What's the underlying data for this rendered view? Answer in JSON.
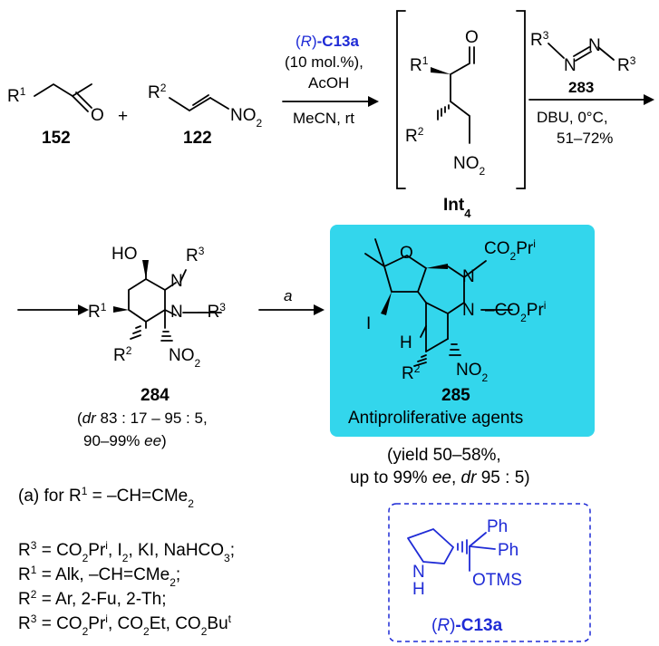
{
  "scheme": {
    "compounds": {
      "aldehyde": {
        "id": "152",
        "r": "R",
        "r_sup": "1",
        "o": "O"
      },
      "nitroalkene": {
        "id": "122",
        "r": "R",
        "r_sup": "2",
        "no2": "NO",
        "no2_sub": "2"
      },
      "intermediate": {
        "id": "Int",
        "id_sub": "4",
        "o": "O",
        "r1": "R",
        "r1_sup": "1",
        "r2": "R",
        "r2_sup": "2",
        "no2": "NO",
        "no2_sub": "2"
      },
      "azo": {
        "id": "283",
        "r3a": "R",
        "r3a_sup": "3",
        "n1": "N",
        "n2": "N",
        "r3b": "R",
        "r3b_sup": "3"
      },
      "tetrahydropyridazine": {
        "id": "284",
        "ho": "HO",
        "n_top": "N",
        "n_right": "N",
        "r3_top": "R",
        "r3_top_sup": "3",
        "r3_right": "–R",
        "r3_right_sup": "3",
        "r1": "R",
        "r1_sup": "1",
        "r2": "R",
        "r2_sup": "2",
        "no2": "NO",
        "no2_sub": "2",
        "dr_label": "dr",
        "dr_value": " 83 : 17 – 95 : 5,",
        "ee_value": "90–99% ",
        "ee_label": "ee",
        "paren_open": "(",
        "paren_close": ")"
      },
      "product": {
        "id": "285",
        "caption": "Antiproliferative agents",
        "o": "O",
        "n1": "N",
        "n2": "N",
        "i": "I",
        "h": "H",
        "co2pr_1": "CO",
        "co2pr_1_sub": "2",
        "co2pr_1_pr": "Pr",
        "co2pr_1_sup": "i",
        "co2pr_2": "–CO",
        "co2pr_2_sub": "2",
        "co2pr_2_pr": "Pr",
        "co2pr_2_sup": "i",
        "r2": "R",
        "r2_sup": "2",
        "no2": "NO",
        "no2_sub": "2",
        "highlight_color": "#33d6ec"
      }
    },
    "step1": {
      "cat_open": "(",
      "cat_r": "R",
      "cat_close": ")",
      "cat_name": "-C13a",
      "cat_loading": "(10 mol.%),",
      "additive": "AcOH",
      "solvent": "MeCN, rt"
    },
    "step2": {
      "conditions": "DBU, 0°C,",
      "yield": "51–72%"
    },
    "step3": {
      "label": "a"
    },
    "yield_285": {
      "line1": "(yield 50–58%,",
      "line2_a": "up to 99% ",
      "line2_ee": "ee",
      "line2_b": ", ",
      "line2_dr": "dr",
      "line2_c": " 95 : 5)"
    },
    "footnote": {
      "line_a": "(a) for R",
      "line_a_sup": "1",
      "line_a_end": " = –CH=CMe",
      "line_a_sub": "2",
      "r3_reagents": {
        "pre": "R",
        "sup": "3",
        "t1": " = CO",
        "sub1": "2",
        "t2": "Pr",
        "sup2": "i",
        "t3": ", I",
        "sub3": "2",
        "t4": ", KI, NaHCO",
        "sub4": "3",
        "t5": ";"
      },
      "r1_def": {
        "pre": "R",
        "sup": "1",
        "t1": " = Alk, –CH=CMe",
        "sub1": "2",
        "t2": ";"
      },
      "r2_def": {
        "pre": "R",
        "sup": "2",
        "t1": " = Ar, 2-Fu, 2-Th;"
      },
      "r3_def": {
        "pre": "R",
        "sup": "3",
        "t1": " = CO",
        "sub1": "2",
        "t2": "Pr",
        "sup2": "i",
        "t3": ", CO",
        "sub3": "2",
        "t4": "Et, CO",
        "sub5": "2",
        "t5": "Bu",
        "sup5": "t"
      }
    },
    "catalyst": {
      "ph1": "Ph",
      "ph2": "Ph",
      "otms": "OTMS",
      "nh_n": "N",
      "nh_h": "H",
      "label_open": "(",
      "label_r": "R",
      "label_close": ")",
      "label_name": "-C13a",
      "color": "#1f2bd6"
    }
  }
}
